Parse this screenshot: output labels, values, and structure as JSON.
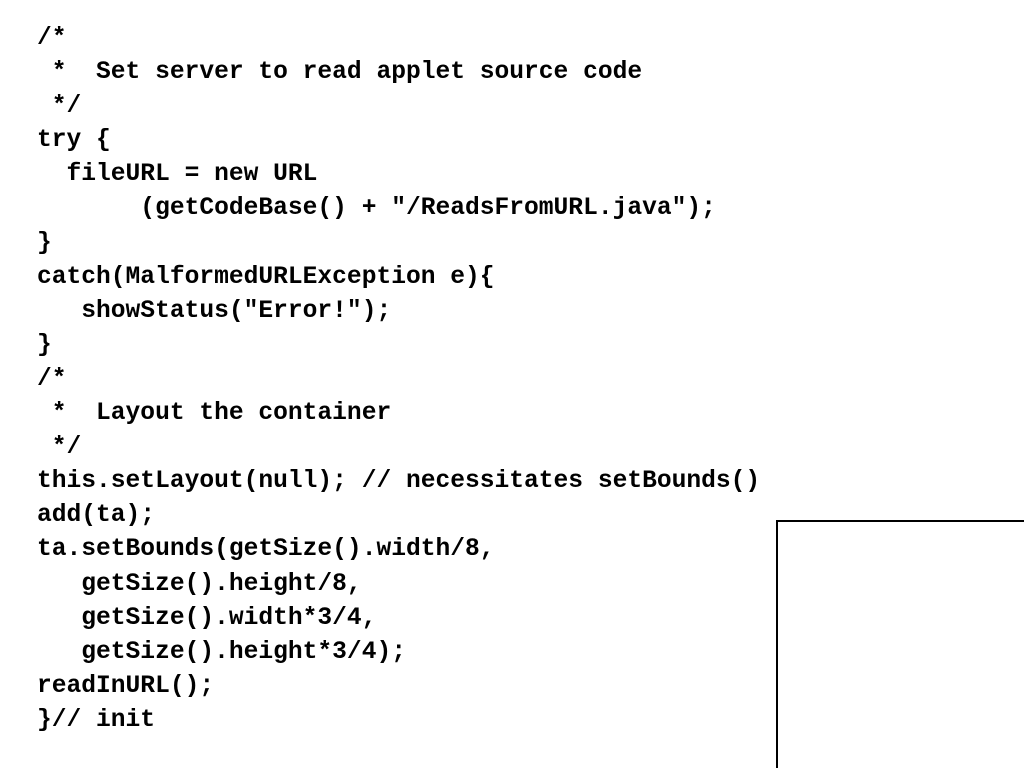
{
  "code": {
    "lines": [
      "/*",
      " *  Set server to read applet source code",
      " */",
      "try {",
      "  fileURL = new URL",
      "       (getCodeBase() + \"/ReadsFromURL.java\");",
      "}",
      "catch(MalformedURLException e){",
      "   showStatus(\"Error!\");",
      "}",
      "/*",
      " *  Layout the container",
      " */",
      "this.setLayout(null); // necessitates setBounds()",
      "add(ta);",
      "ta.setBounds(getSize().width/8,",
      "   getSize().height/8,",
      "   getSize().width*3/4,",
      "   getSize().height*3/4);",
      "readInURL();",
      "}// init"
    ]
  },
  "colors": {
    "text": "#000000",
    "background": "#ffffff",
    "box_border": "#000000"
  }
}
